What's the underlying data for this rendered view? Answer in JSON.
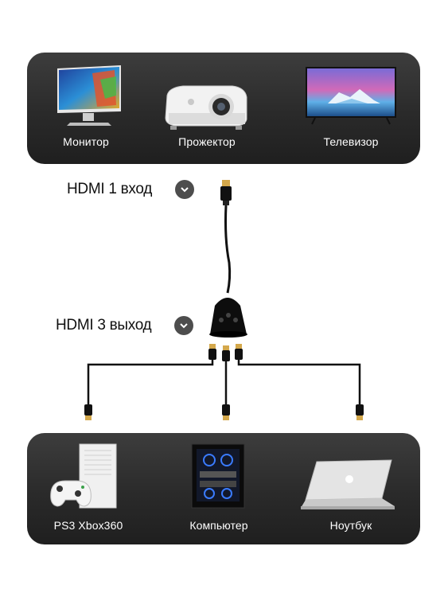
{
  "inputs_panel": {
    "devices": [
      {
        "label": "Монитор",
        "icon": "monitor-icon"
      },
      {
        "label": "Прожектор",
        "icon": "projector-icon"
      },
      {
        "label": "Телевизор",
        "icon": "tv-icon"
      }
    ]
  },
  "hdmi_in": {
    "label": "HDMI 1 вход",
    "icon": "chevron-down-icon"
  },
  "hdmi_out": {
    "label": "HDMI 3 выход",
    "icon": "chevron-down-icon"
  },
  "sources_panel": {
    "devices": [
      {
        "label": "PS3 Xbox360",
        "icon": "game-console-icon"
      },
      {
        "label": "Компьютер",
        "icon": "pc-tower-icon"
      },
      {
        "label": "Ноутбук",
        "icon": "laptop-icon"
      }
    ]
  },
  "colors": {
    "panel": "#2f2f2f",
    "cable": "#111111",
    "connector_gold": "#d4a84b",
    "badge": "#4d4d4d"
  }
}
